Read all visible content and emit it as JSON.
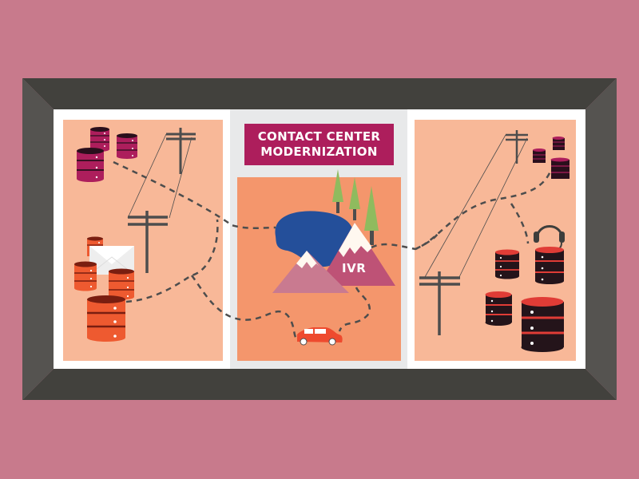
{
  "illustration": {
    "title_line1": "CONTACT CENTER",
    "title_line2": "MODERNIZATION",
    "mountain_label": "IVR"
  },
  "colors": {
    "background": "#C87A8C",
    "frame_top_bottom": "#42413D",
    "frame_sides": "#555350",
    "inner_white": "#FFFFFF",
    "panel_peach": "#F8B898",
    "middle_gray": "#E8E9EA",
    "title_magenta": "#AD1E5C",
    "middle_orange": "#F4966C",
    "lake_blue": "#244F9A",
    "mountain_magenta": "#BE5276",
    "mountain_pink": "#C97A90",
    "tree_green": "#8FBB5E",
    "car_red": "#EE4A2E",
    "pole_gray": "#4D4D4D"
  },
  "icons": [
    "database-magenta-icon",
    "database-orange-icon",
    "database-black-red-icon",
    "database-black-magenta-icon",
    "utility-pole-icon",
    "envelope-icon",
    "headset-icon",
    "car-icon",
    "tree-icon",
    "mountain-icon",
    "lake-icon"
  ]
}
